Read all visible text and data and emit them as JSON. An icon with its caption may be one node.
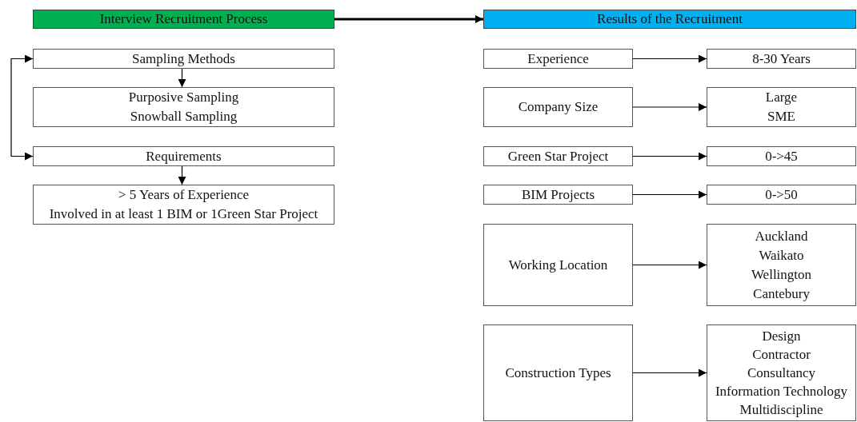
{
  "diagram": {
    "nodes": [
      {
        "text": [
          "Interview Recruitment Process"
        ]
      },
      {
        "text": [
          "Results of the Recruitment"
        ]
      },
      {
        "text": [
          "Sampling Methods"
        ]
      },
      {
        "text": [
          "Purposive Sampling",
          "Snowball Sampling"
        ]
      },
      {
        "text": [
          "Requirements"
        ]
      },
      {
        "text": [
          "> 5 Years of Experience",
          "Involved in at least 1 BIM or 1Green Star Project"
        ]
      },
      {
        "text": [
          "Experience"
        ]
      },
      {
        "text": [
          "8-30 Years"
        ]
      },
      {
        "text": [
          "Company Size"
        ]
      },
      {
        "text": [
          "Large",
          "SME"
        ]
      },
      {
        "text": [
          "Green Star Project"
        ]
      },
      {
        "text": [
          "0->45"
        ]
      },
      {
        "text": [
          "BIM Projects"
        ]
      },
      {
        "text": [
          "0->50"
        ]
      },
      {
        "text": [
          "Working Location"
        ]
      },
      {
        "text": [
          "Auckland",
          "Waikato",
          "Wellington",
          "Cantebury"
        ]
      },
      {
        "text": [
          "Construction Types"
        ]
      },
      {
        "text": [
          "Design",
          "Contractor",
          "Consultancy",
          "Information Technology",
          "Multidiscipline"
        ]
      }
    ],
    "edges": [
      {
        "from": 0,
        "to": 1,
        "arrow": "to",
        "style": "thick"
      },
      {
        "from": 2,
        "to": 3,
        "arrow": "to"
      },
      {
        "from": 4,
        "to": 5,
        "arrow": "to"
      },
      {
        "from": 2,
        "to": 4,
        "arrow": "both"
      },
      {
        "from": 6,
        "to": 7,
        "arrow": "to"
      },
      {
        "from": 8,
        "to": 9,
        "arrow": "to"
      },
      {
        "from": 10,
        "to": 11,
        "arrow": "to"
      },
      {
        "from": 12,
        "to": 13,
        "arrow": "to"
      },
      {
        "from": 14,
        "to": 15,
        "arrow": "to"
      },
      {
        "from": 16,
        "to": 17,
        "arrow": "to"
      }
    ]
  }
}
